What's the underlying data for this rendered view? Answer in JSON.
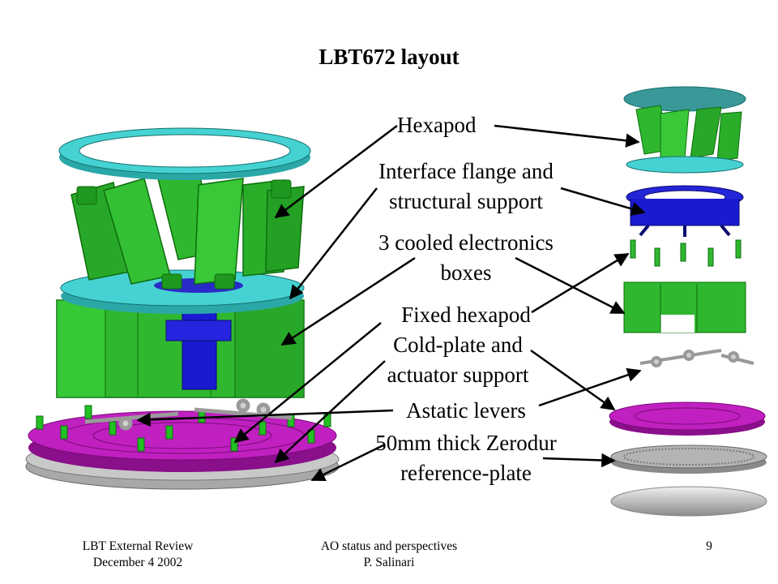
{
  "slide": {
    "title": "LBT672 layout",
    "labels": {
      "hexapod": "Hexapod",
      "interface_flange_line1": "Interface flange and",
      "interface_flange_line2": "structural support",
      "electronics_line1": "3 cooled electronics",
      "electronics_line2": "boxes",
      "fixed_hexapod": "Fixed hexapod",
      "cold_plate_line1": "Cold-plate and",
      "cold_plate_line2": "actuator support",
      "astatic_levers": "Astatic levers",
      "zerodur_line1": "50mm thick Zerodur",
      "zerodur_line2": "reference-plate"
    },
    "footer": {
      "left_line1": "LBT External Review",
      "left_line2": "December 4 2002",
      "center_line1": "AO status and perspectives",
      "center_line2": "P. Salinari",
      "page_number": "9"
    }
  },
  "colors": {
    "hexapod_ring": "#46d2d2",
    "actuator_green": "#2fb82f",
    "flange_blue": "#1a1ad0",
    "cold_plate_magenta": "#b418b4",
    "reference_plate_gray": "#b4b4b4"
  }
}
